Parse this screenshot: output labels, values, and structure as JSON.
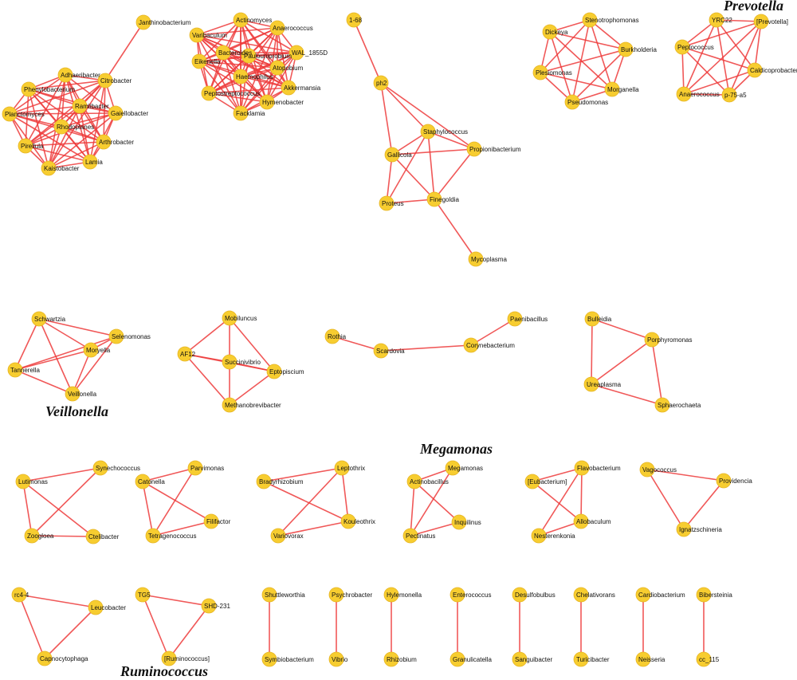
{
  "colors": {
    "edge": "#ee3b3b",
    "node": "#f7cd30",
    "node_border": "#e6b422",
    "text": "#111111",
    "background": "#ffffff"
  },
  "group_labels": {
    "prevotella": "Prevotella",
    "veillonella": "Veillonella",
    "megamonas": "Megamonas",
    "ruminococcus": "Ruminococcus"
  },
  "clusters": [
    {
      "id": "c1",
      "nodes": [
        "Janthinobacterium",
        "Citrobacter",
        "Adhaeribacter",
        "Phenylobacterium",
        "Planctomyces",
        "Ramlibacter",
        "Gaiellobacter",
        "Pirellula",
        "Rhodoplanes",
        "Arthrobacter",
        "Lamia",
        "Kaistobacter"
      ],
      "edges": [
        [
          0,
          1
        ],
        [
          1,
          2
        ],
        [
          1,
          3
        ],
        [
          1,
          4
        ],
        [
          1,
          5
        ],
        [
          1,
          6
        ],
        [
          1,
          7
        ],
        [
          1,
          8
        ],
        [
          1,
          9
        ],
        [
          1,
          10
        ],
        [
          1,
          11
        ],
        [
          2,
          3
        ],
        [
          2,
          4
        ],
        [
          2,
          5
        ],
        [
          2,
          6
        ],
        [
          2,
          7
        ],
        [
          2,
          8
        ],
        [
          2,
          9
        ],
        [
          2,
          10
        ],
        [
          2,
          11
        ],
        [
          3,
          4
        ],
        [
          3,
          5
        ],
        [
          3,
          6
        ],
        [
          3,
          7
        ],
        [
          3,
          8
        ],
        [
          3,
          9
        ],
        [
          3,
          10
        ],
        [
          3,
          11
        ],
        [
          4,
          5
        ],
        [
          4,
          6
        ],
        [
          4,
          7
        ],
        [
          4,
          8
        ],
        [
          4,
          9
        ],
        [
          4,
          10
        ],
        [
          4,
          11
        ],
        [
          5,
          6
        ],
        [
          5,
          7
        ],
        [
          5,
          8
        ],
        [
          5,
          9
        ],
        [
          5,
          10
        ],
        [
          5,
          11
        ],
        [
          6,
          7
        ],
        [
          6,
          8
        ],
        [
          6,
          9
        ],
        [
          6,
          10
        ],
        [
          6,
          11
        ],
        [
          7,
          8
        ],
        [
          7,
          9
        ],
        [
          7,
          10
        ],
        [
          7,
          11
        ],
        [
          8,
          9
        ],
        [
          8,
          10
        ],
        [
          8,
          11
        ],
        [
          9,
          10
        ],
        [
          9,
          11
        ],
        [
          10,
          11
        ]
      ]
    },
    {
      "id": "c2",
      "nodes": [
        "Actinomyces",
        "Varibaculum",
        "Anaerococcus",
        "Eikenella",
        "Paulouniprobium",
        "Akkermansia",
        "WAL_1855D",
        "Haemophilus",
        "Peptostreptococcus",
        "Facklamia",
        "Hymenobacter",
        "Atopobium",
        "Bacteroides"
      ],
      "edges": [
        [
          0,
          1
        ],
        [
          0,
          2
        ],
        [
          0,
          3
        ],
        [
          0,
          4
        ],
        [
          0,
          5
        ],
        [
          0,
          6
        ],
        [
          0,
          7
        ],
        [
          0,
          8
        ],
        [
          0,
          9
        ],
        [
          0,
          10
        ],
        [
          0,
          11
        ],
        [
          0,
          12
        ],
        [
          1,
          2
        ],
        [
          1,
          3
        ],
        [
          1,
          4
        ],
        [
          1,
          5
        ],
        [
          1,
          6
        ],
        [
          1,
          7
        ],
        [
          1,
          8
        ],
        [
          1,
          9
        ],
        [
          1,
          10
        ],
        [
          1,
          11
        ],
        [
          1,
          12
        ],
        [
          2,
          3
        ],
        [
          2,
          4
        ],
        [
          2,
          5
        ],
        [
          2,
          6
        ],
        [
          2,
          7
        ],
        [
          2,
          8
        ],
        [
          2,
          9
        ],
        [
          2,
          10
        ],
        [
          2,
          11
        ],
        [
          2,
          12
        ],
        [
          3,
          4
        ],
        [
          3,
          5
        ],
        [
          3,
          6
        ],
        [
          3,
          7
        ],
        [
          3,
          8
        ],
        [
          3,
          9
        ],
        [
          3,
          10
        ],
        [
          3,
          11
        ],
        [
          3,
          12
        ],
        [
          4,
          5
        ],
        [
          4,
          6
        ],
        [
          4,
          7
        ],
        [
          4,
          8
        ],
        [
          4,
          9
        ],
        [
          4,
          10
        ],
        [
          4,
          11
        ],
        [
          4,
          12
        ],
        [
          5,
          6
        ],
        [
          5,
          7
        ],
        [
          5,
          8
        ],
        [
          5,
          9
        ],
        [
          5,
          10
        ],
        [
          5,
          11
        ],
        [
          5,
          12
        ],
        [
          6,
          7
        ],
        [
          6,
          8
        ],
        [
          6,
          9
        ],
        [
          6,
          10
        ],
        [
          6,
          11
        ],
        [
          6,
          12
        ],
        [
          7,
          8
        ],
        [
          7,
          9
        ],
        [
          7,
          10
        ],
        [
          7,
          11
        ],
        [
          7,
          12
        ],
        [
          8,
          9
        ],
        [
          8,
          10
        ],
        [
          8,
          11
        ],
        [
          8,
          12
        ],
        [
          9,
          10
        ],
        [
          9,
          11
        ],
        [
          9,
          12
        ],
        [
          10,
          11
        ],
        [
          10,
          12
        ],
        [
          11,
          12
        ]
      ]
    },
    {
      "id": "c3",
      "nodes": [
        "1-68",
        "ph2",
        "Staphylococcus",
        "Gallicola",
        "Propionibacterium",
        "Finegoldia",
        "Proteus",
        "Mycoplasma"
      ],
      "edges": [
        [
          0,
          1
        ],
        [
          1,
          2
        ],
        [
          1,
          4
        ],
        [
          1,
          3
        ],
        [
          2,
          3
        ],
        [
          2,
          4
        ],
        [
          2,
          5
        ],
        [
          2,
          6
        ],
        [
          3,
          4
        ],
        [
          3,
          5
        ],
        [
          3,
          6
        ],
        [
          4,
          5
        ],
        [
          5,
          6
        ],
        [
          5,
          7
        ]
      ]
    },
    {
      "id": "c4",
      "nodes": [
        "Stenotrophomonas",
        "Dickeya",
        "Burkholderia",
        "Plesiomonas",
        "Morganella",
        "Pseudomonas"
      ],
      "edges": [
        [
          0,
          1
        ],
        [
          0,
          2
        ],
        [
          0,
          3
        ],
        [
          0,
          4
        ],
        [
          0,
          5
        ],
        [
          1,
          2
        ],
        [
          1,
          3
        ],
        [
          1,
          4
        ],
        [
          1,
          5
        ],
        [
          2,
          3
        ],
        [
          2,
          4
        ],
        [
          2,
          5
        ],
        [
          3,
          4
        ],
        [
          3,
          5
        ],
        [
          4,
          5
        ]
      ]
    },
    {
      "id": "c5",
      "nodes": [
        "YRC22",
        "[Prevotella]",
        "Peptococcus",
        "Caldicoprobacter",
        "Anaerococcus",
        "p-75-a5"
      ],
      "edges": [
        [
          0,
          1
        ],
        [
          0,
          2
        ],
        [
          0,
          3
        ],
        [
          0,
          4
        ],
        [
          0,
          5
        ],
        [
          1,
          2
        ],
        [
          1,
          3
        ],
        [
          1,
          4
        ],
        [
          1,
          5
        ],
        [
          2,
          3
        ],
        [
          2,
          4
        ],
        [
          2,
          5
        ],
        [
          3,
          4
        ],
        [
          3,
          5
        ],
        [
          4,
          5
        ]
      ]
    },
    {
      "id": "c6",
      "nodes": [
        "Schwartzia",
        "Selenomonas",
        "Moryella",
        "Tannerella",
        "Veillonella"
      ],
      "edges": [
        [
          0,
          1
        ],
        [
          0,
          2
        ],
        [
          0,
          3
        ],
        [
          0,
          4
        ],
        [
          1,
          2
        ],
        [
          1,
          3
        ],
        [
          2,
          3
        ],
        [
          2,
          4
        ],
        [
          3,
          4
        ],
        [
          1,
          4
        ]
      ]
    },
    {
      "id": "c7",
      "nodes": [
        "Mobiluncus",
        "AF12",
        "Succinivibrio",
        "Eptopiscium",
        "Methanobrevibacter"
      ],
      "edges": [
        [
          0,
          1
        ],
        [
          0,
          2
        ],
        [
          0,
          3
        ],
        [
          1,
          2
        ],
        [
          1,
          3
        ],
        [
          1,
          4
        ],
        [
          2,
          3
        ],
        [
          2,
          4
        ],
        [
          3,
          4
        ]
      ]
    },
    {
      "id": "c8",
      "nodes": [
        "Rothia",
        "Scardovia",
        "Corynebacterium",
        "Paenibacillus"
      ],
      "edges": [
        [
          0,
          1
        ],
        [
          1,
          2
        ],
        [
          2,
          3
        ]
      ]
    },
    {
      "id": "c9",
      "nodes": [
        "Bulleidia",
        "Porphyromonas",
        "Ureaplasma",
        "Sphaerochaeta"
      ],
      "edges": [
        [
          0,
          1
        ],
        [
          0,
          2
        ],
        [
          1,
          2
        ],
        [
          1,
          3
        ],
        [
          2,
          3
        ]
      ]
    },
    {
      "id": "c10",
      "nodes": [
        "Lutimonas",
        "Synechococcus",
        "Ctelibacter",
        "Zoogloea"
      ],
      "edges": [
        [
          0,
          1
        ],
        [
          0,
          2
        ],
        [
          0,
          3
        ],
        [
          1,
          3
        ],
        [
          2,
          3
        ]
      ]
    },
    {
      "id": "c11",
      "nodes": [
        "Catonella",
        "Parvimonas",
        "Filifactor",
        "Tetragenococcus"
      ],
      "edges": [
        [
          0,
          1
        ],
        [
          0,
          2
        ],
        [
          0,
          3
        ],
        [
          1,
          3
        ],
        [
          2,
          3
        ]
      ]
    },
    {
      "id": "c12",
      "nodes": [
        "Bradyrhizobium",
        "Leptothrix",
        "Kouleothrix",
        "Variovorax"
      ],
      "edges": [
        [
          0,
          1
        ],
        [
          0,
          2
        ],
        [
          1,
          2
        ],
        [
          1,
          3
        ],
        [
          2,
          3
        ]
      ]
    },
    {
      "id": "c13",
      "nodes": [
        "Actinobacillus",
        "Megamonas",
        "Inquilinus",
        "Pectinatus"
      ],
      "edges": [
        [
          0,
          1
        ],
        [
          0,
          2
        ],
        [
          0,
          3
        ],
        [
          1,
          3
        ],
        [
          2,
          3
        ]
      ]
    },
    {
      "id": "c14",
      "nodes": [
        "[Eubacterium]",
        "Flavobacterium",
        "Allobaculum",
        "Nesterenkonia"
      ],
      "edges": [
        [
          0,
          1
        ],
        [
          0,
          2
        ],
        [
          1,
          2
        ],
        [
          1,
          3
        ],
        [
          2,
          3
        ]
      ]
    },
    {
      "id": "c15",
      "nodes": [
        "Vagococcus",
        "Providencia",
        "Ignatzschineria"
      ],
      "edges": [
        [
          0,
          1
        ],
        [
          0,
          2
        ],
        [
          1,
          2
        ]
      ]
    },
    {
      "id": "c16",
      "nodes": [
        "rc4-4",
        "Leucobacter",
        "Capnocytophaga"
      ],
      "edges": [
        [
          0,
          1
        ],
        [
          0,
          2
        ],
        [
          1,
          2
        ]
      ]
    },
    {
      "id": "c17",
      "nodes": [
        "TG5",
        "SHD-231",
        "[Ruminococcus]"
      ],
      "edges": [
        [
          0,
          1
        ],
        [
          0,
          2
        ],
        [
          1,
          2
        ]
      ]
    },
    {
      "id": "p1",
      "nodes": [
        "Shuttleworthia",
        "Symbiobacterium"
      ],
      "edges": [
        [
          0,
          1
        ]
      ]
    },
    {
      "id": "p2",
      "nodes": [
        "Psychrobacter",
        "Vibrio"
      ],
      "edges": [
        [
          0,
          1
        ]
      ]
    },
    {
      "id": "p3",
      "nodes": [
        "Hylemonella",
        "Rhizobium"
      ],
      "edges": [
        [
          0,
          1
        ]
      ]
    },
    {
      "id": "p4",
      "nodes": [
        "Enterococcus",
        "Granulicatella"
      ],
      "edges": [
        [
          0,
          1
        ]
      ]
    },
    {
      "id": "p5",
      "nodes": [
        "Desulfobulbus",
        "Sanguibacter"
      ],
      "edges": [
        [
          0,
          1
        ]
      ]
    },
    {
      "id": "p6",
      "nodes": [
        "Chelativorans",
        "Turicibacter"
      ],
      "edges": [
        [
          0,
          1
        ]
      ]
    },
    {
      "id": "p7",
      "nodes": [
        "Cardiobacterium",
        "Neisseria"
      ],
      "edges": [
        [
          0,
          1
        ]
      ]
    },
    {
      "id": "p8",
      "nodes": [
        "Bibersteinia",
        "cc_115"
      ],
      "edges": [
        [
          0,
          1
        ]
      ]
    }
  ]
}
